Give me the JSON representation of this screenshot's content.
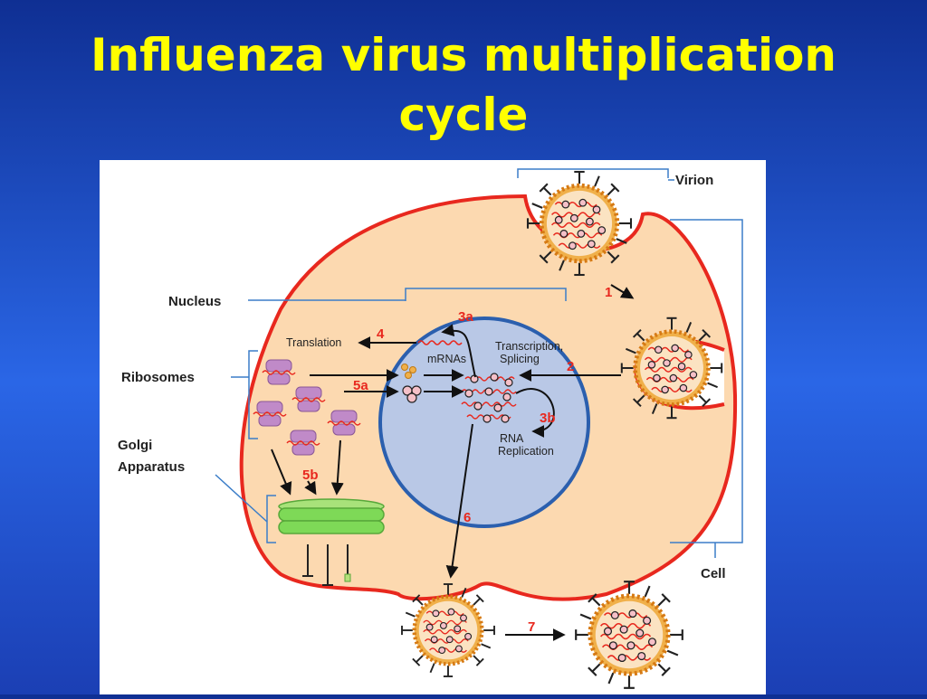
{
  "title": {
    "line1": "Influenza virus multiplication",
    "line2": "cycle"
  },
  "labels": {
    "virion": "Virion",
    "nucleus": "Nucleus",
    "ribosomes": "Ribosomes",
    "golgi_line1": "Golgi",
    "golgi_line2": "Apparatus",
    "cell": "Cell",
    "translation": "Translation",
    "mrnas": "mRNAs",
    "transcription_line1": "Transcription,",
    "transcription_line2": "Splicing",
    "rna_line1": "RNA",
    "rna_line2": "Replication"
  },
  "steps": {
    "s1": "1",
    "s2": "2",
    "s3a": "3a",
    "s3b": "3b",
    "s4": "4",
    "s5a": "5a",
    "s5b": "5b",
    "s6": "6",
    "s7": "7"
  },
  "colors": {
    "title": "#ffff00",
    "background": "#1f4fd0",
    "cell_fill": "#fcd9b0",
    "cell_membrane": "#e8281e",
    "nucleus_fill": "#b9c8e6",
    "nucleus_border": "#2b5fae",
    "ribosome": "#c08ac8",
    "golgi": "#7ed957",
    "virion_capsule": "#e89a2e",
    "step_numbers": "#e8281e",
    "brackets": "#3b7dc8"
  }
}
